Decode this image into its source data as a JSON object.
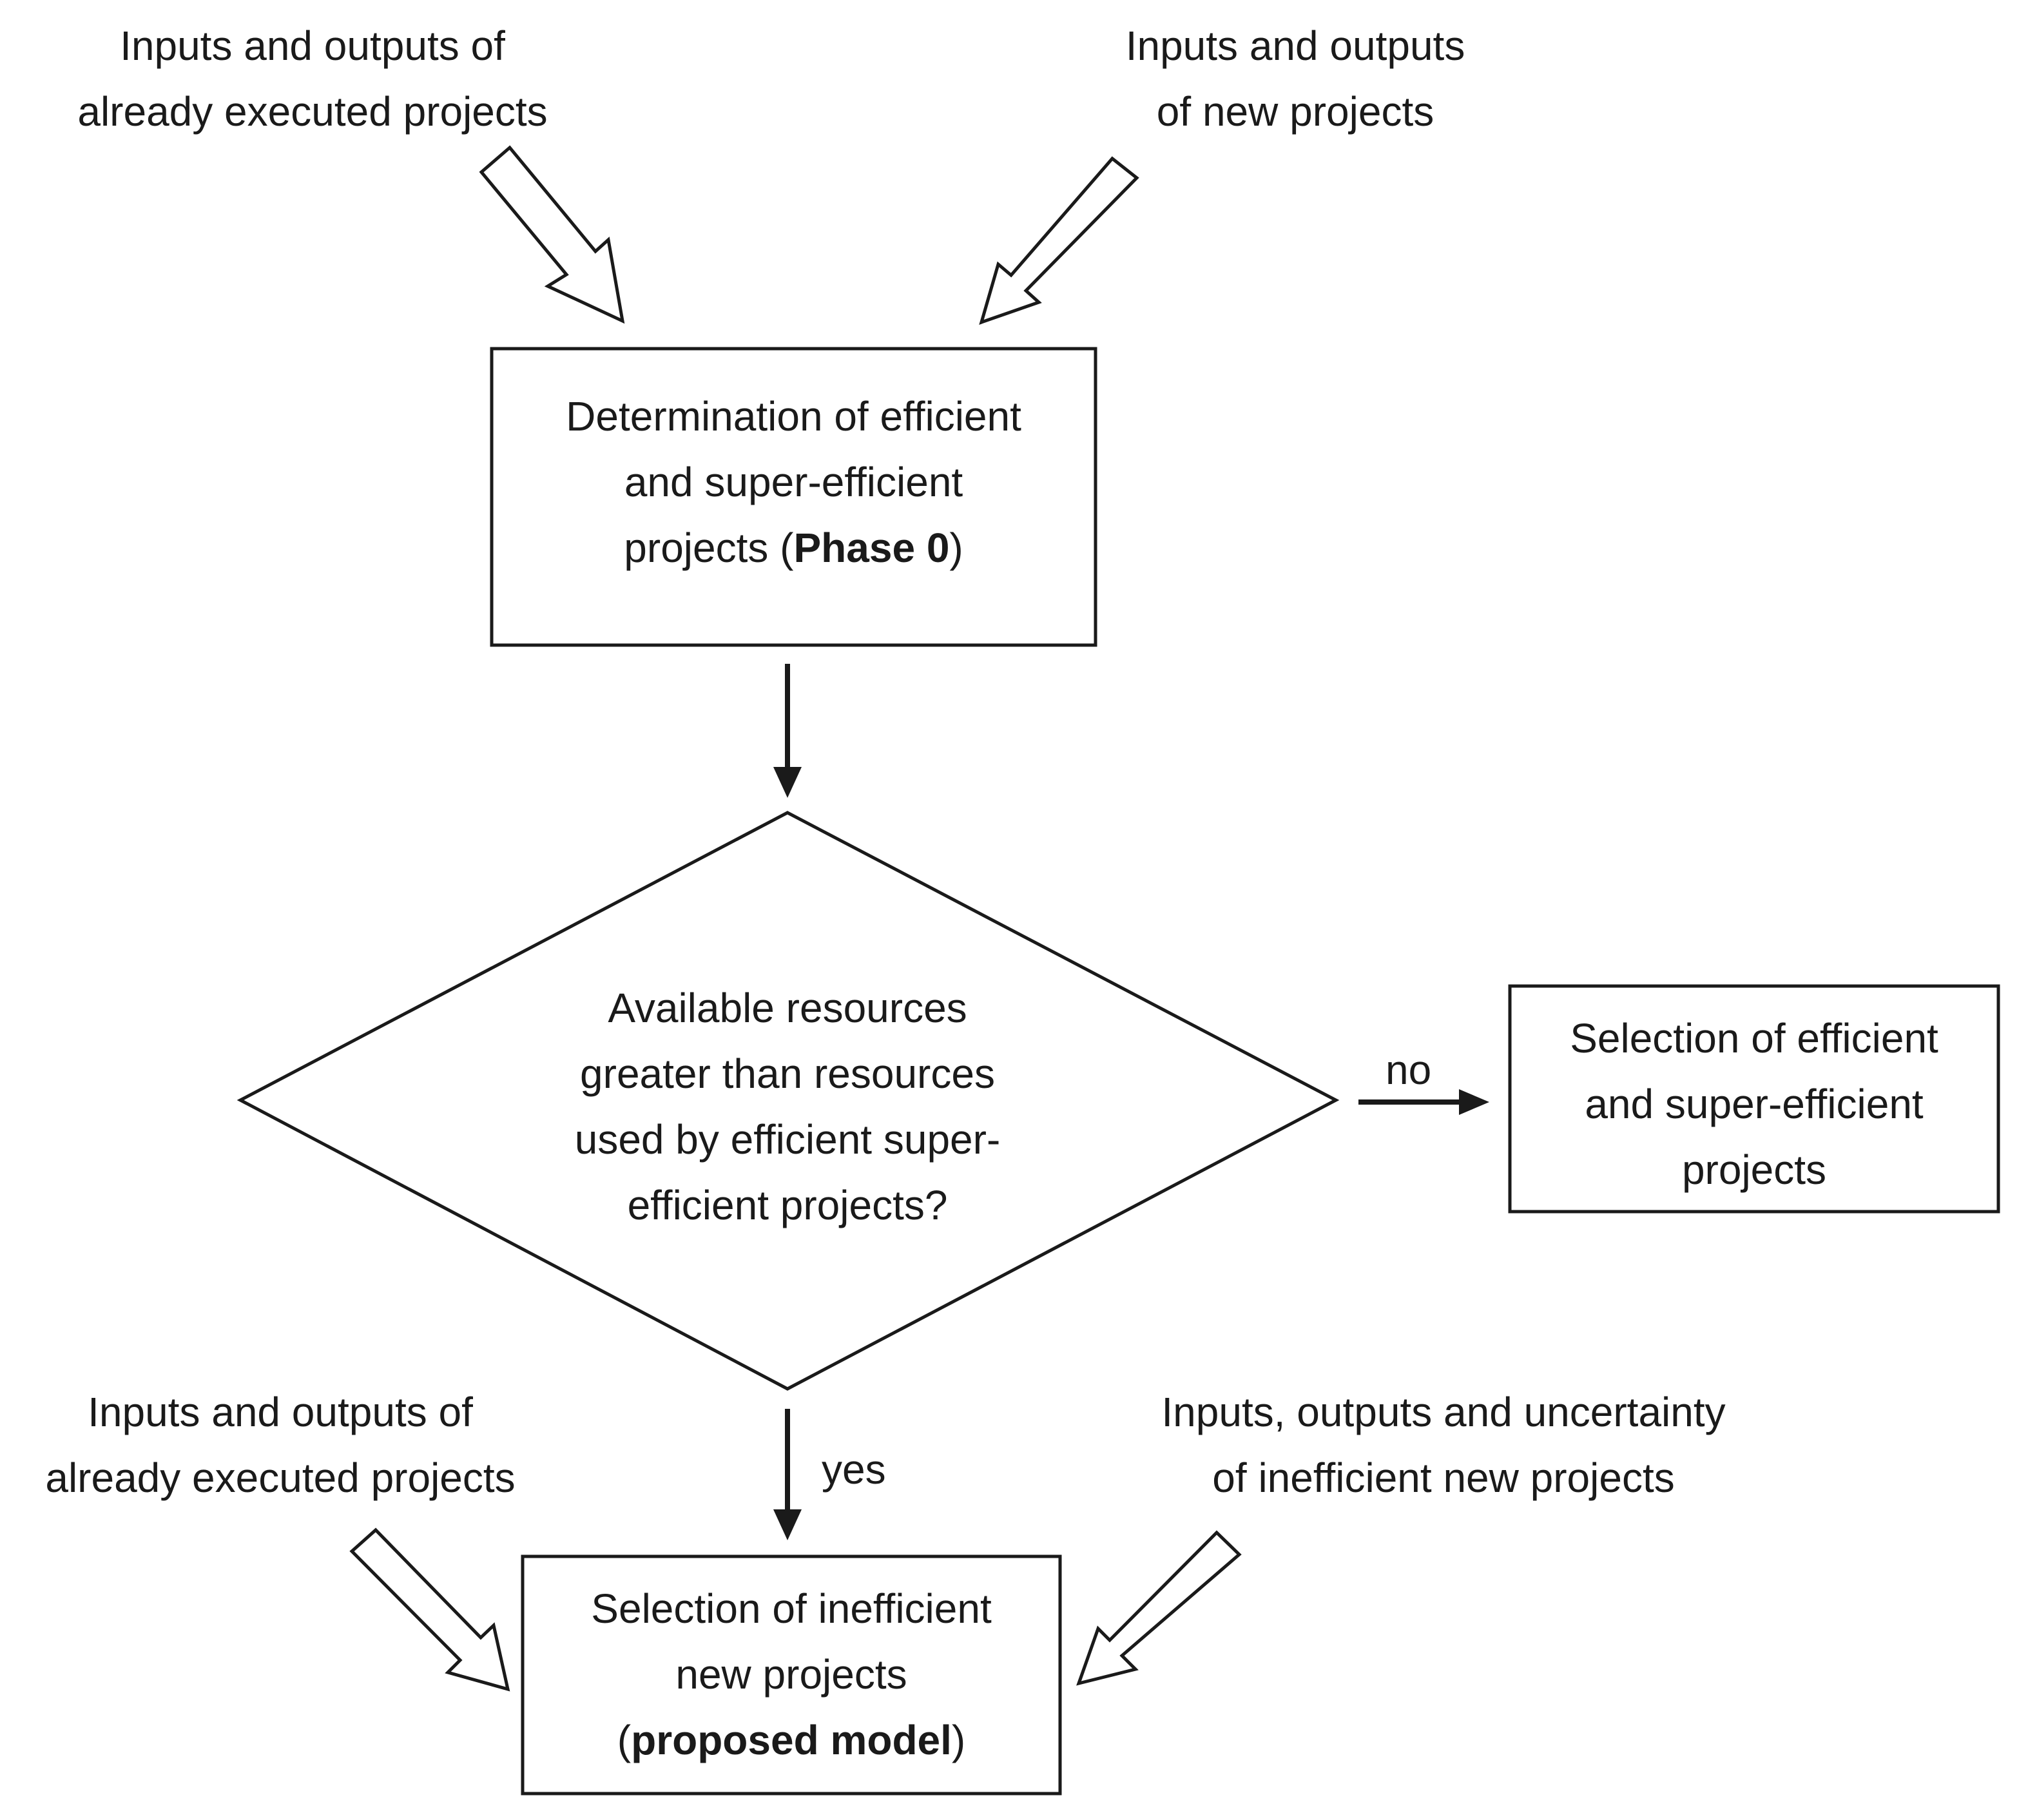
{
  "inputs_top_left": {
    "line1": "Inputs and outputs of",
    "line2": "already executed projects"
  },
  "inputs_top_right": {
    "line1": "Inputs and outputs",
    "line2": "of new projects"
  },
  "phase0_box": {
    "line1": "Determination of efficient",
    "line2": "and super-efficient",
    "line3_prefix": "projects (",
    "line3_bold": "Phase 0",
    "line3_suffix": ")"
  },
  "decision": {
    "line1": "Available resources",
    "line2": "greater than resources",
    "line3": "used by efficient super-",
    "line4": "efficient projects?"
  },
  "no_label": "no",
  "yes_label": "yes",
  "no_box": {
    "line1": "Selection of efficient",
    "line2": "and super-efficient",
    "line3": "projects"
  },
  "inputs_bottom_left": {
    "line1": "Inputs and outputs of",
    "line2": "already executed projects"
  },
  "inputs_bottom_right": {
    "line1": "Inputs, outputs and uncertainty",
    "line2": "of inefficient new projects"
  },
  "final_box": {
    "line1": "Selection of inefficient",
    "line2": "new projects",
    "line3_prefix": "(",
    "line3_bold": "proposed model",
    "line3_suffix": ")"
  },
  "colors": {
    "stroke": "#1a1a1a",
    "background": "#ffffff"
  }
}
